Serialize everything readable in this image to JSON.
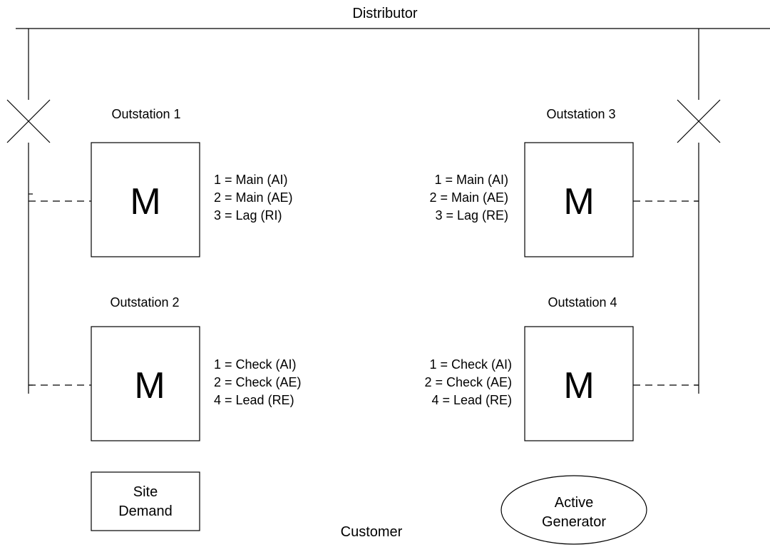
{
  "distributor": "Distributor",
  "customer": "Customer",
  "outstations": [
    {
      "title": "Outstation 1",
      "meter": "M",
      "lines": [
        "1 = Main (AI)",
        "2 = Main (AE)",
        "3 = Lag (RI)"
      ]
    },
    {
      "title": "Outstation 2",
      "meter": "M",
      "lines": [
        "1 = Check (AI)",
        "2 = Check (AE)",
        "4 = Lead (RE)"
      ]
    },
    {
      "title": "Outstation 3",
      "meter": "M",
      "lines": [
        "1 = Main (AI)",
        "2 = Main (AE)",
        "3 = Lag (RE)"
      ]
    },
    {
      "title": "Outstation 4",
      "meter": "M",
      "lines": [
        "1 = Check (AI)",
        "2 = Check (AE)",
        "4 = Lead (RE)"
      ]
    }
  ],
  "site_demand": [
    "Site",
    "Demand"
  ],
  "active_generator": [
    "Active",
    "Generator"
  ]
}
